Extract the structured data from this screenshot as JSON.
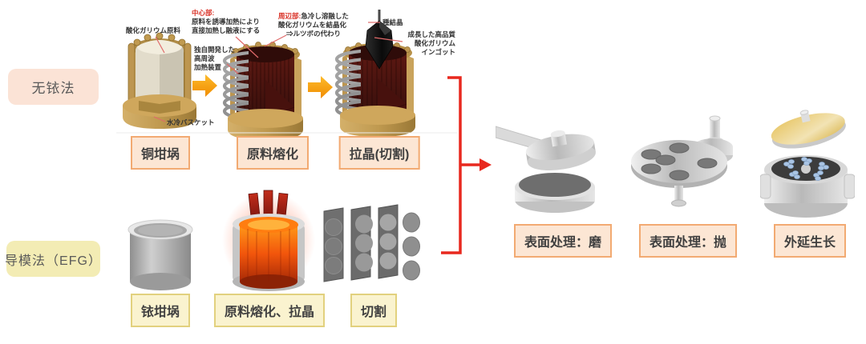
{
  "methods": {
    "top": "无铱法",
    "bottom": "导模法（EFG）"
  },
  "top_row_steps": [
    "铜坩埚",
    "原料熔化",
    "拉晶(切割)"
  ],
  "bottom_row_steps": [
    "铱坩埚",
    "原料熔化、拉晶",
    "切割"
  ],
  "right_steps": [
    "表面处理：磨",
    "表面处理：抛",
    "外延生长"
  ],
  "annotations": {
    "raw_material": "酸化ガリウム原料",
    "water_basket": "水冷バスケット",
    "center": {
      "title": "中心部:",
      "lines": [
        "原料を誘導加熱により",
        "直接加熱し融液にする"
      ]
    },
    "hf_device": {
      "lines": [
        "独自開発した",
        "高周波",
        "加熱装置"
      ]
    },
    "periphery": {
      "title": "周辺部:",
      "intro": "急冷し溶融した",
      "lines": [
        "酸化ガリウムを結晶化",
        "⇒ルツボの代わり"
      ]
    },
    "seed_crystal": "種結晶",
    "ingot": {
      "lines": [
        "成長した高品質",
        "酸化ガリウム",
        "インゴット"
      ]
    }
  },
  "colors": {
    "accent_arrow": "#F7A81B",
    "flow_bracket": "#E8281E",
    "peach_fill": "#FCE6D4",
    "peach_border": "#F2AA72",
    "yellow_fill": "#FAF3CF",
    "yellow_border": "#E2D17E",
    "method_top_fill": "#FBE3D6",
    "method_bottom_fill": "#F3ECB4",
    "annotation_red": "#D93025",
    "text": "#3F3F3F"
  }
}
